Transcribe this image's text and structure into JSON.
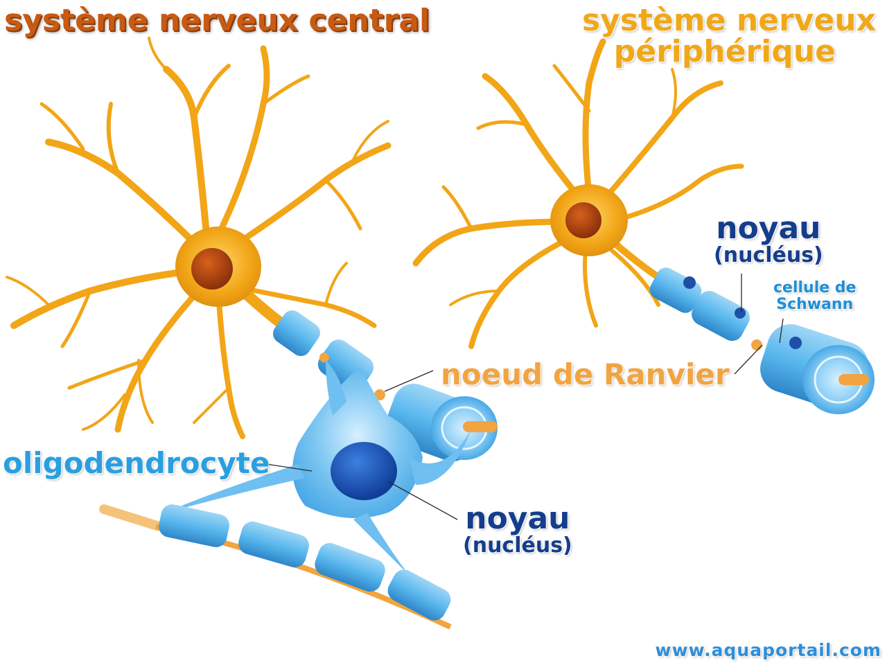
{
  "titles": {
    "central": "système nerveux central",
    "peripheral_line1": "système nerveux",
    "peripheral_line2": "périphérique"
  },
  "labels": {
    "ranvier": "noeud de Ranvier",
    "oligodendrocyte": "oligodendrocyte",
    "nucleus_main": "noyau",
    "nucleus_sub": "(nucléus)",
    "schwann_line1": "cellule de",
    "schwann_line2": "Schwann"
  },
  "watermark": "www.aquaportail.com",
  "colors": {
    "title_central": "#c85a12",
    "title_peripheral": "#f0a818",
    "ranvier": "#f2a440",
    "oligodendrocyte": "#2a9fe0",
    "nucleus": "#143d8c",
    "schwann": "#1f8fd6",
    "watermark": "#2f8ed8",
    "neuron": "#f2a516",
    "neuron_dark": "#d8870c",
    "soma_nucleus": "#a8420e",
    "myelin": "#5ab8ee",
    "myelin_light": "#9ed6f6",
    "myelin_dark": "#2e86c8",
    "glia_nucleus": "#1750b0"
  }
}
